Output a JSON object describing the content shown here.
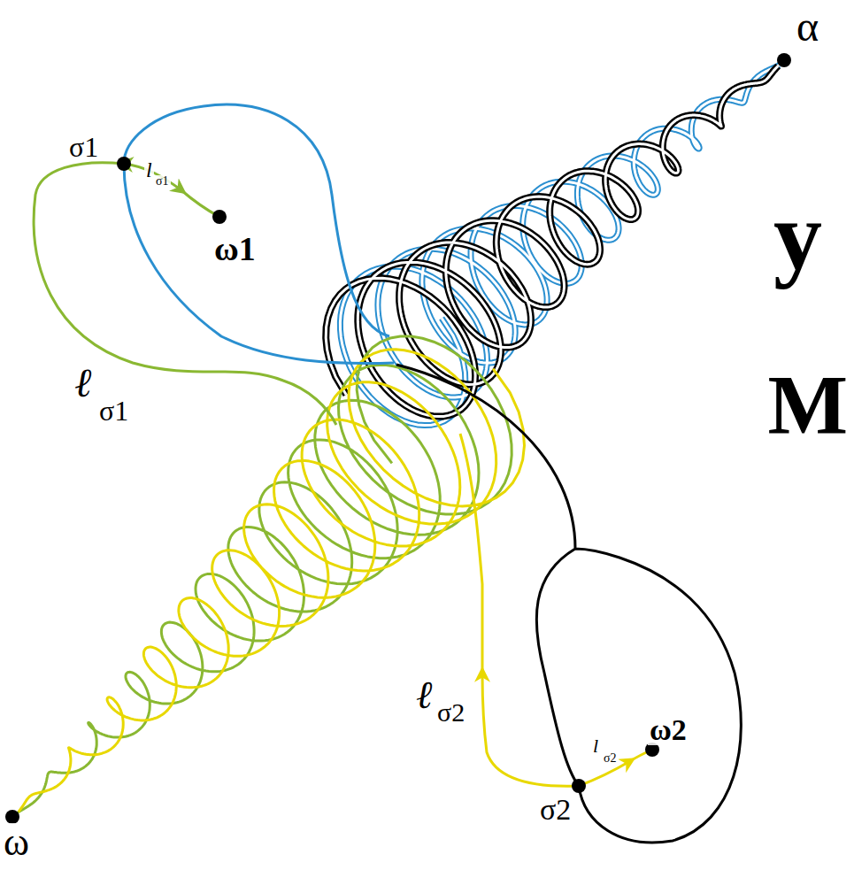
{
  "diagram": {
    "labels": [
      "σ1",
      "l",
      "σ1",
      "ω1",
      "ℓ",
      "σ1",
      "α",
      "y",
      "M",
      "ℓ",
      "σ2",
      "l",
      "σ2",
      "ω2",
      "σ2",
      "ω"
    ]
  }
}
